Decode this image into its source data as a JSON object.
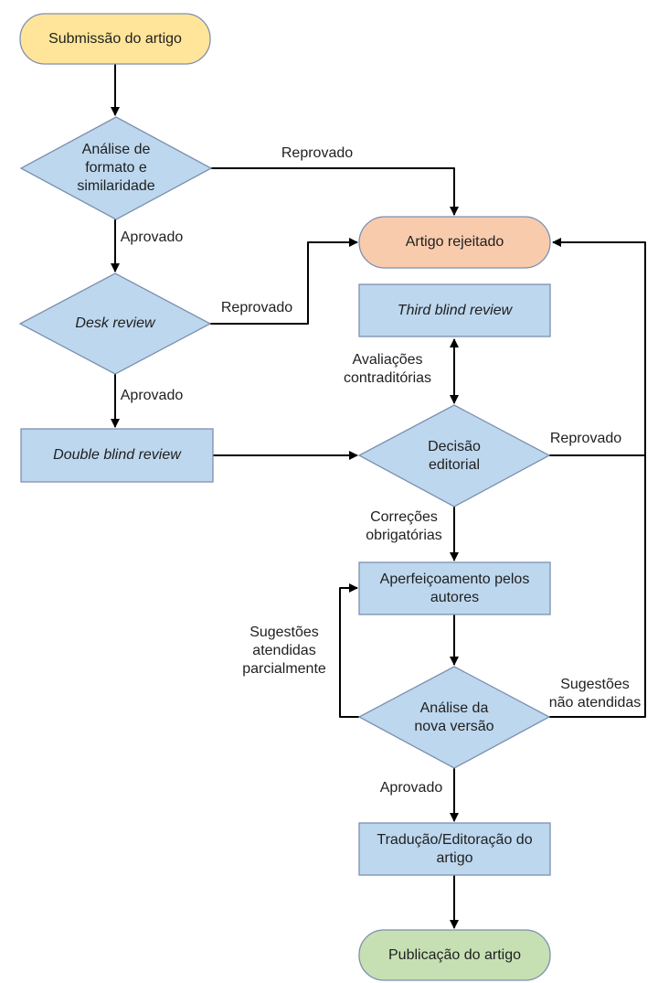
{
  "diagram": {
    "nodes": {
      "submission": "Submissão do artigo",
      "format_similarity_check": "Análise de\nformato e\nsimilaridade",
      "article_rejected": "Artigo rejeitado",
      "desk_review": "Desk review",
      "double_blind_review": "Double blind review",
      "third_blind_review": "Third blind review",
      "editorial_decision": "Decisão\neditorial",
      "author_improvement": "Aperfeiçoamento pelos\nautores",
      "new_version_review": "Análise da\nnova versão",
      "translation_editing": "Tradução/Editoração do\nartigo",
      "publication": "Publicação do artigo"
    },
    "edge_labels": {
      "format_rejected": "Reprovado",
      "format_approved": "Aprovado",
      "desk_rejected": "Reprovado",
      "desk_approved": "Aprovado",
      "contradictory_reviews": "Avaliações\ncontraditórias",
      "editorial_rejected": "Reprovado",
      "mandatory_corrections": "Correções\nobrigatórias",
      "suggestions_partially_met": "Sugestões\natendidas\nparcialmente",
      "suggestions_not_met": "Sugestões\nnão atendidas",
      "new_version_approved": "Aprovado"
    },
    "colors": {
      "start_fill": "#FFE599",
      "process_fill": "#BDD7EE",
      "reject_fill": "#F8CBAD",
      "end_fill": "#C6E0B4",
      "shape_border": "#7C90B0",
      "connector": "#000000",
      "text": "#1F1F1F",
      "background": "#FFFFFF"
    }
  }
}
